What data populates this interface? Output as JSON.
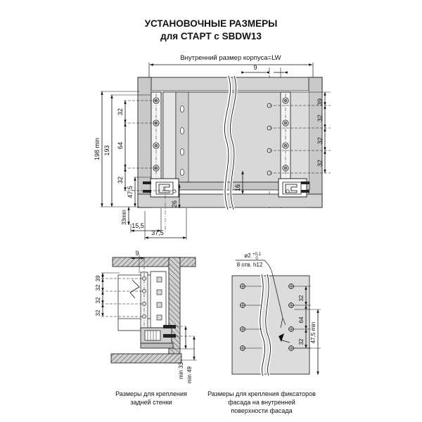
{
  "header": {
    "title_line1": "УСТАНОВОЧНЫЕ РАЗМЕРЫ",
    "title_line2": "для СТАРТ с SBDW13"
  },
  "main_view": {
    "top_dimension_label": "Внутренний размер корпуса=LW",
    "top_offset_label": "9",
    "left_dims": {
      "total_min": "198 min",
      "total": "193",
      "d1": "32",
      "d2": "64",
      "d3": "32",
      "d4": "47,5",
      "d5": "33min",
      "d6": "15,5",
      "d7": "37,5"
    },
    "right_dims": {
      "r1": "39",
      "r2": "32",
      "r3": "32",
      "r4": "32"
    },
    "bottom_dims": {
      "b1": "26",
      "b2": "16"
    }
  },
  "detail_back_panel": {
    "top_label": "9",
    "left_dims": [
      "39",
      "32",
      "32",
      "32"
    ],
    "bottom_dims": [
      "min 33",
      "min 49"
    ],
    "caption_line1": "Размеры для крепления",
    "caption_line2": "задней стенки"
  },
  "detail_front_fixers": {
    "hole_label_line1": "ø2",
    "hole_tolerance_upper": "+0,1",
    "hole_tolerance_lower": "0",
    "hole_label_line2": "8 отв. h12",
    "right_dims": [
      "32",
      "64",
      "32"
    ],
    "right_total": "47,5 min",
    "caption_line1": "Размеры для крепления фиксаторов",
    "caption_line2": "фасада на внутренней",
    "caption_line3": "поверхности фасада"
  },
  "colors": {
    "line": "#1a1a1a",
    "panel_fill": "#d8d8d8",
    "panel_light": "#e8e8e8",
    "panel_mid": "#c9c9c9",
    "rail_fill": "#f2f2f2",
    "hatch": "#555555",
    "background": "#ffffff"
  }
}
